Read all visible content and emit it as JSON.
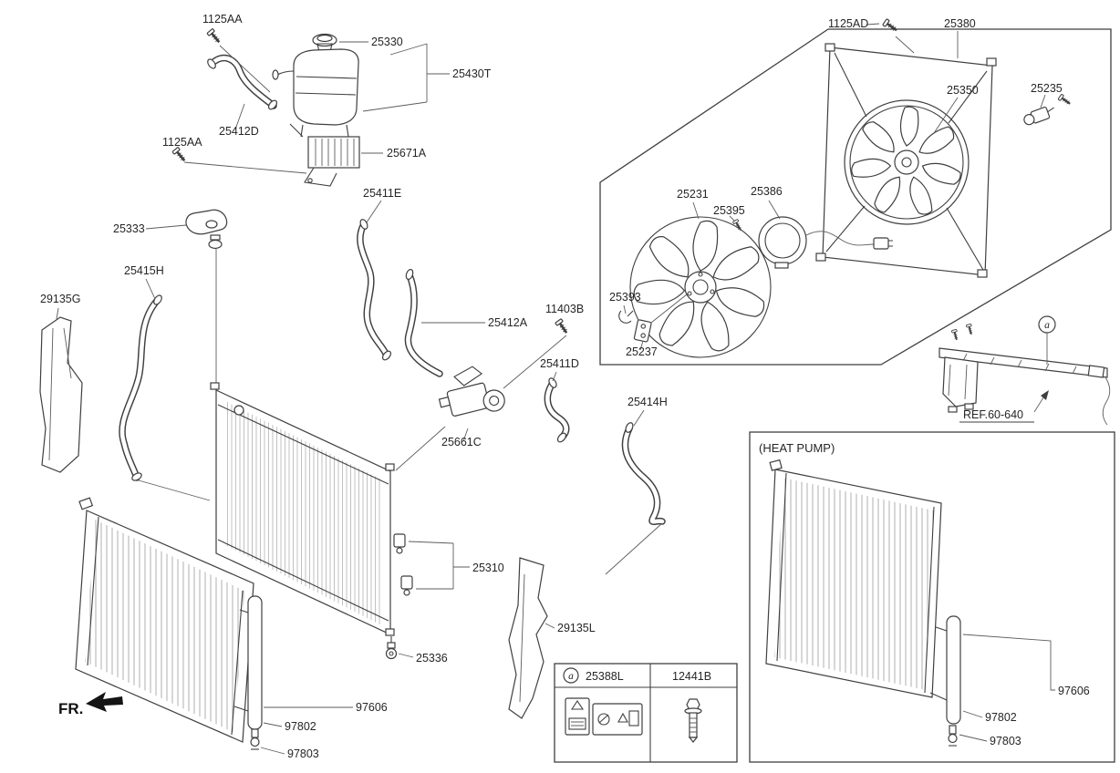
{
  "labels": {
    "fr": "FR.",
    "heat_pump": "(HEAT PUMP)",
    "ref": "REF.60-640",
    "callout_a": "a"
  },
  "parts": {
    "n1125AA_a": "1125AA",
    "n1125AA_b": "1125AA",
    "n25330": "25330",
    "n25430T": "25430T",
    "n25412D": "25412D",
    "n25671A": "25671A",
    "n25411E": "25411E",
    "n25333": "25333",
    "n25415H": "25415H",
    "n29135G": "29135G",
    "n25412A": "25412A",
    "n11403B": "11403B",
    "n25411D": "25411D",
    "n25661C": "25661C",
    "n25414H": "25414H",
    "n25310": "25310",
    "n25336": "25336",
    "n29135L": "29135L",
    "n97606": "97606",
    "n97802": "97802",
    "n97803": "97803",
    "n1125AD": "1125AD",
    "n25380": "25380",
    "n25350": "25350",
    "n25235": "25235",
    "n25231": "25231",
    "n25386": "25386",
    "n25395": "25395",
    "n25393": "25393",
    "n25237": "25237",
    "hp97606": "97606",
    "hp97802": "97802",
    "hp97803": "97803"
  },
  "table": {
    "callout": "a",
    "col1": "25388L",
    "col2": "12441B"
  }
}
